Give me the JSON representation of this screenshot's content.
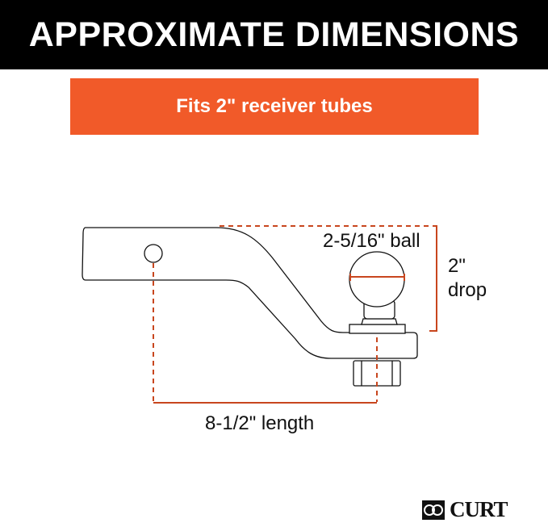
{
  "header": {
    "title": "APPROXIMATE DIMENSIONS"
  },
  "banner": {
    "text": "Fits 2\" receiver tubes"
  },
  "dimensions": {
    "ball": "2-5/16\" ball",
    "drop_value": "2\"",
    "drop_label": "drop",
    "length": "8-1/2\" length"
  },
  "brand": {
    "name": "CURT"
  },
  "colors": {
    "accent": "#f15a29",
    "dimension_line": "#c8461e",
    "header_bg": "#000000"
  }
}
